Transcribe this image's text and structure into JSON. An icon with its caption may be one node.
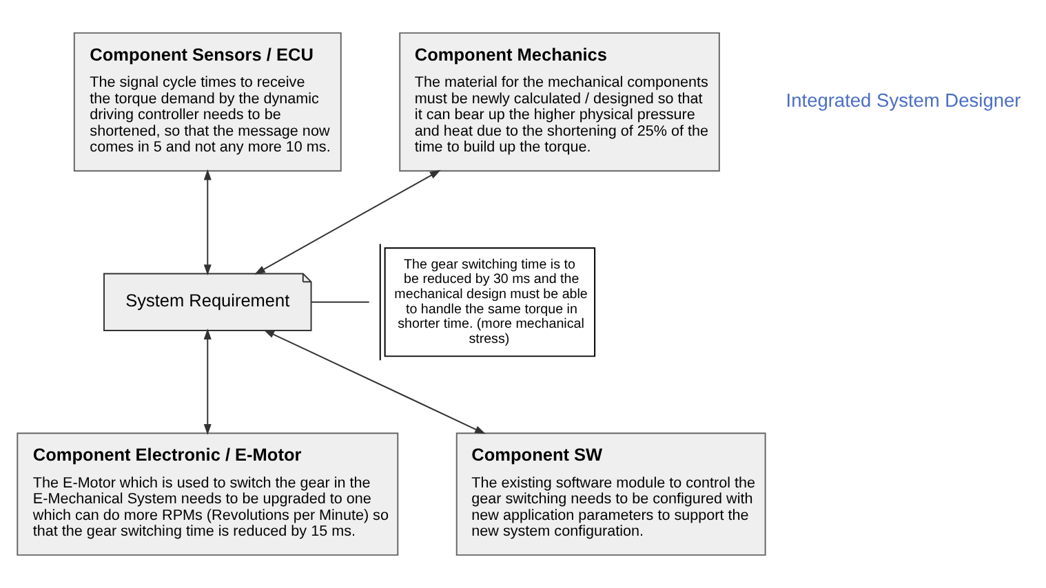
{
  "diagram": {
    "nodes": [
      {
        "text": [
          "Component Sensors / ECU",
          "The signal cycle times to receive the torque demand by the dynamic driving controller needs to be shortened, so that the message now comes in 5 and not any more 10 ms."
        ]
      },
      {
        "text": [
          "Component Mechanics",
          "The material for the mechanical components must be newly calculated / designed so that it can bear up the higher physical pressure and heat due to the shortening of 25% of the time to build up the torque."
        ]
      },
      {
        "text": [
          "System Requirement"
        ]
      },
      {
        "text": [
          "The gear switching time is to be reduced by 30 ms and the mechanical design must be able to handle the same torque in shorter time. (more mechanical stress)"
        ]
      },
      {
        "text": [
          "Component SW",
          "The existing software module to control the gear switching needs to be configured with new application parameters to support the new system configuration."
        ]
      },
      {
        "text": [
          "Component Electronic / E-Motor",
          "The E-Motor which is used to switch the gear in the E-Mechanical System needs to be upgraded to one which can do more RPMs (Revolutions per Minute) so that the gear switching time is reduced by 15 ms."
        ]
      }
    ],
    "edges": [
      {
        "from": 0,
        "to": 2,
        "arrow": "both"
      },
      {
        "from": 2,
        "to": 1,
        "arrow": "both"
      },
      {
        "from": 2,
        "to": 3,
        "arrow": "none"
      },
      {
        "from": 4,
        "to": 2,
        "arrow": "both"
      },
      {
        "from": 2,
        "to": 5,
        "arrow": "both"
      }
    ],
    "labels": [
      "Integrated System Designer"
    ]
  }
}
